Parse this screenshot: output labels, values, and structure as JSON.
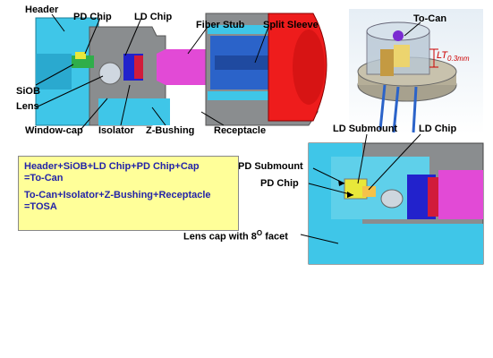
{
  "top_labels": {
    "header": "Header",
    "pd_chip": "PD Chip",
    "ld_chip": "LD Chip",
    "fiber_stub": "Fiber Stub",
    "split_sleeve": "Split Sleeve",
    "to_can": "To-Can",
    "siob": "SiOB",
    "lens": "Lens",
    "window_cap": "Window-cap",
    "isolator": "Isolator",
    "z_bushing": "Z-Bushing",
    "receptacle": "Receptacle"
  },
  "dimension": {
    "lt": "LT",
    "value": "0.3mm"
  },
  "bottom_labels": {
    "ld_submount": "LD Submount",
    "ld_chip": "LD Chip",
    "pd_submount": "PD Submount",
    "pd_chip": "PD Chip",
    "lens_cap": "Lens cap with 8",
    "lens_cap_sup": "O",
    "lens_cap_tail": " facet"
  },
  "info_box": {
    "line1": "Header+SiOB+LD Chip+PD Chip+Cap",
    "line2": "=To-Can",
    "line3": "To-Can+Isolator+Z-Bushing+Receptacle",
    "line4": "=TOSA"
  },
  "colors": {
    "cyan": "#3fc6e8",
    "red": "#ee1c1c",
    "blue": "#2b63c9",
    "magenta": "#e24ad6",
    "gray": "#8a8d8f",
    "yellow_box": "#ffff99",
    "box_text": "#2323a8"
  }
}
